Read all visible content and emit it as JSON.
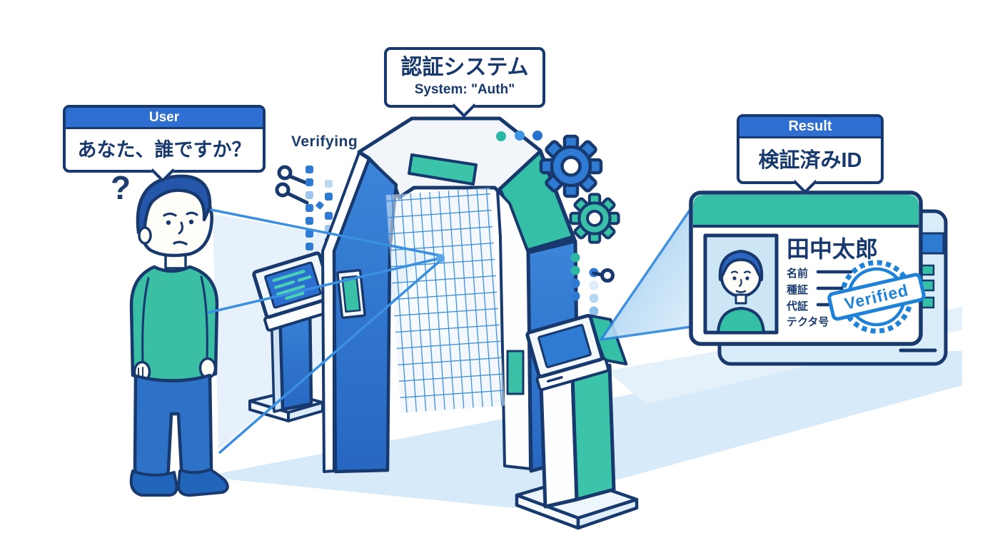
{
  "callouts": {
    "system": {
      "title": "認証システム",
      "subtitle": "System: \"Auth\""
    },
    "user": {
      "header": "User",
      "body": "あなた、誰ですか？"
    },
    "result": {
      "header": "Result",
      "body": "検証済みID"
    }
  },
  "annotations": {
    "verifying": "Verifying",
    "question_mark": "?"
  },
  "id_card": {
    "name": "田中太郎",
    "fields": [
      {
        "label": "名前"
      },
      {
        "label": "種証"
      },
      {
        "label": "代証"
      },
      {
        "label": "テクタ号"
      }
    ],
    "stamp_text": "Verified"
  },
  "colors": {
    "navy_outline": "#17396e",
    "primary_blue": "#2f7ad2",
    "teal": "#39c0a7",
    "light_blue": "#d7eafa",
    "grid_blue": "#3087db",
    "beam_blue": "#3a8fe0",
    "stamp_blue": "#1e82d8",
    "callout_header_blue": "#2f6fd2"
  }
}
